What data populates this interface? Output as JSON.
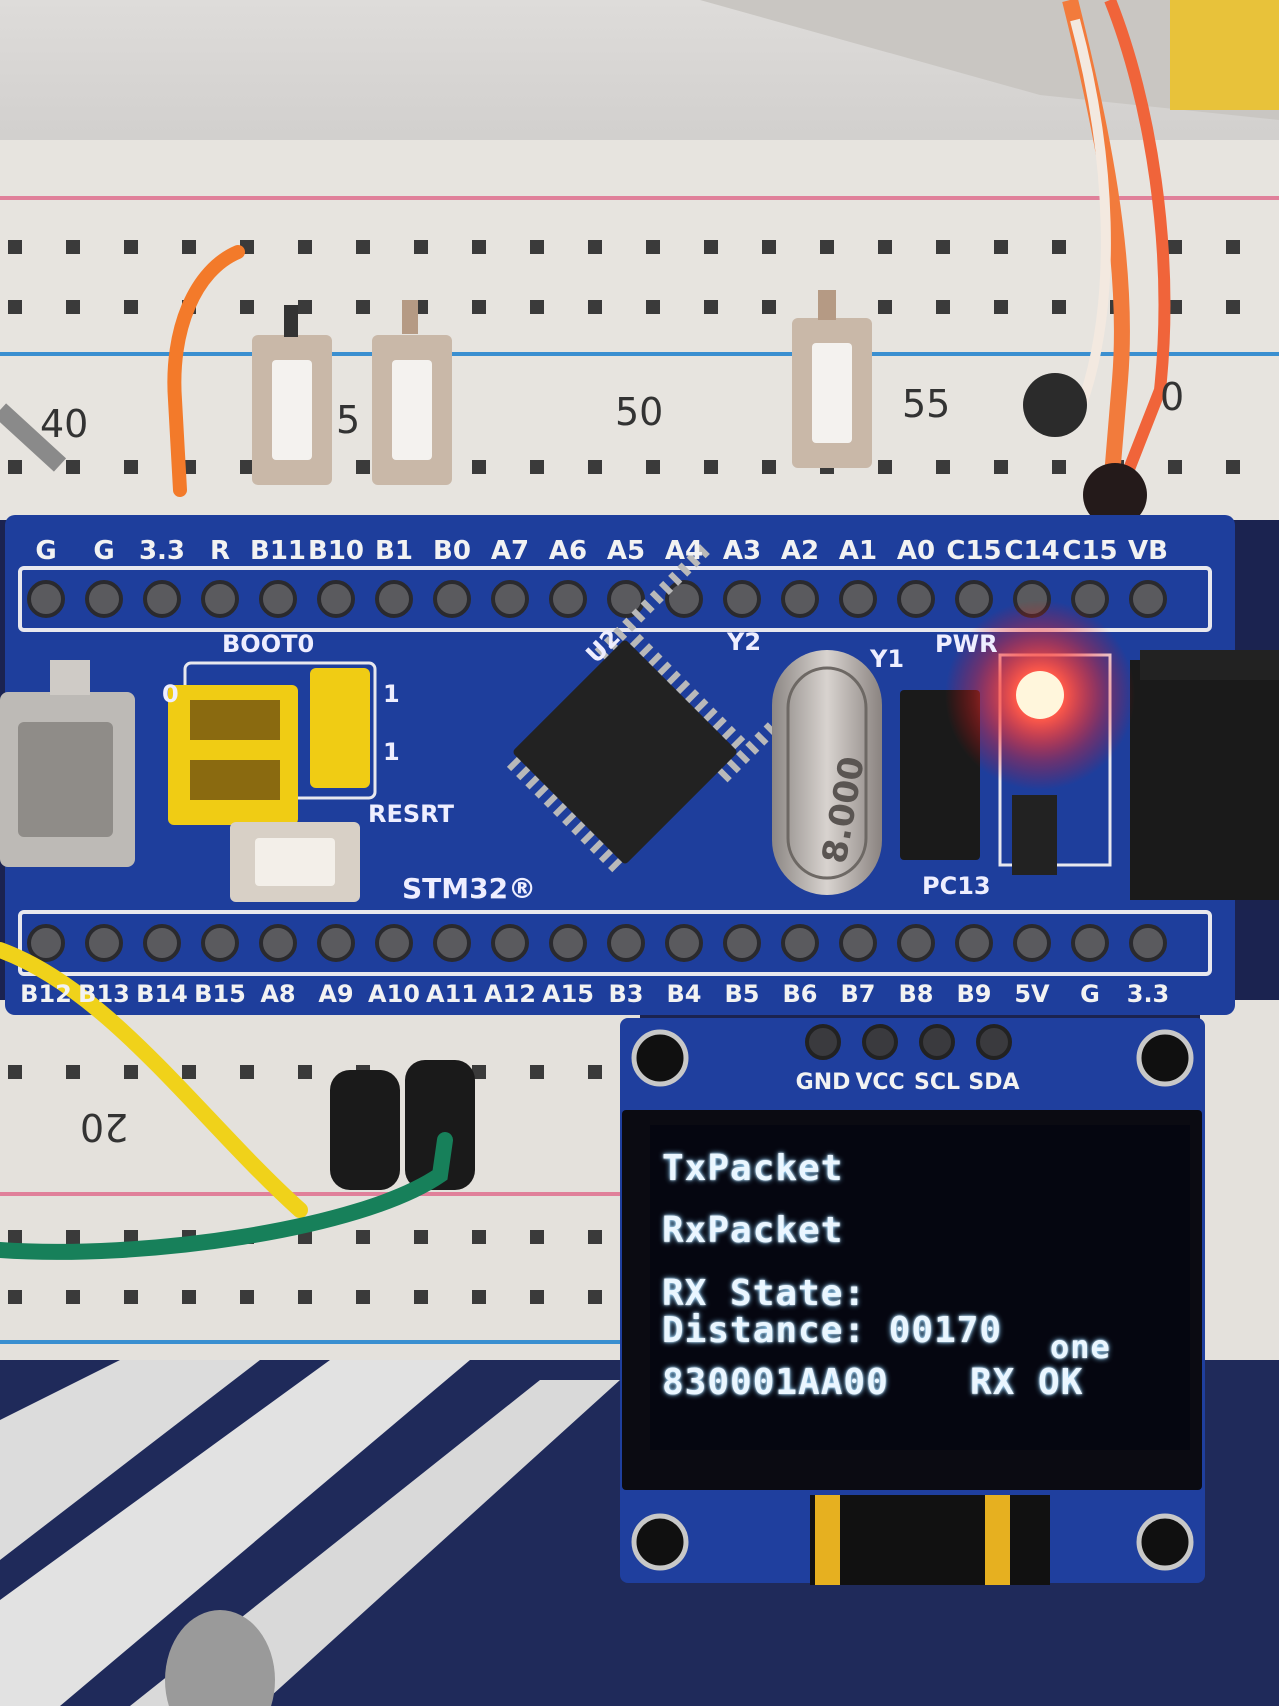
{
  "breadboard": {
    "column_numbers": [
      "40",
      "5",
      "50",
      "55",
      "0",
      "20"
    ]
  },
  "board": {
    "top_pins": [
      "G",
      "G",
      "3.3",
      "R",
      "B11",
      "B10",
      "B1",
      "B0",
      "A7",
      "A6",
      "A5",
      "A4",
      "A3",
      "A2",
      "A1",
      "A0",
      "C15",
      "C14",
      "C15",
      "VB"
    ],
    "bottom_pins": [
      "B12",
      "B13",
      "B14",
      "B15",
      "A8",
      "A9",
      "A10",
      "A11",
      "A12",
      "A15",
      "B3",
      "B4",
      "B5",
      "B6",
      "B7",
      "B8",
      "B9",
      "5V",
      "G",
      "3.3"
    ],
    "boot_label": "BOOT0",
    "jumper_left": "0",
    "jumper_right_top": "1",
    "jumper_right_bottom": "1",
    "reset_label": "RESRT",
    "brand_label": "STM32®",
    "u2_label": "U2",
    "y2_label": "Y2",
    "y1_label": "Y1",
    "pwr_label": "PWR",
    "pc13_label": "PC13",
    "crystal_text": "8.000"
  },
  "oled_module": {
    "pins": [
      "GND",
      "VCC",
      "SCL",
      "SDA"
    ],
    "screen_lines": {
      "line1": "TxPacket",
      "line2": "RxPacket",
      "line3": "RX State:",
      "line4": "Distance: 00170",
      "line4_extra": "one",
      "line5_left": "830001AA00",
      "line5_right": "RX OK"
    }
  },
  "colors": {
    "pcb_blue": "#1e3e9c",
    "breadboard": "#e9e6e1",
    "led_red": "#ff2a2a",
    "oled_text": "#eaf6ff"
  }
}
